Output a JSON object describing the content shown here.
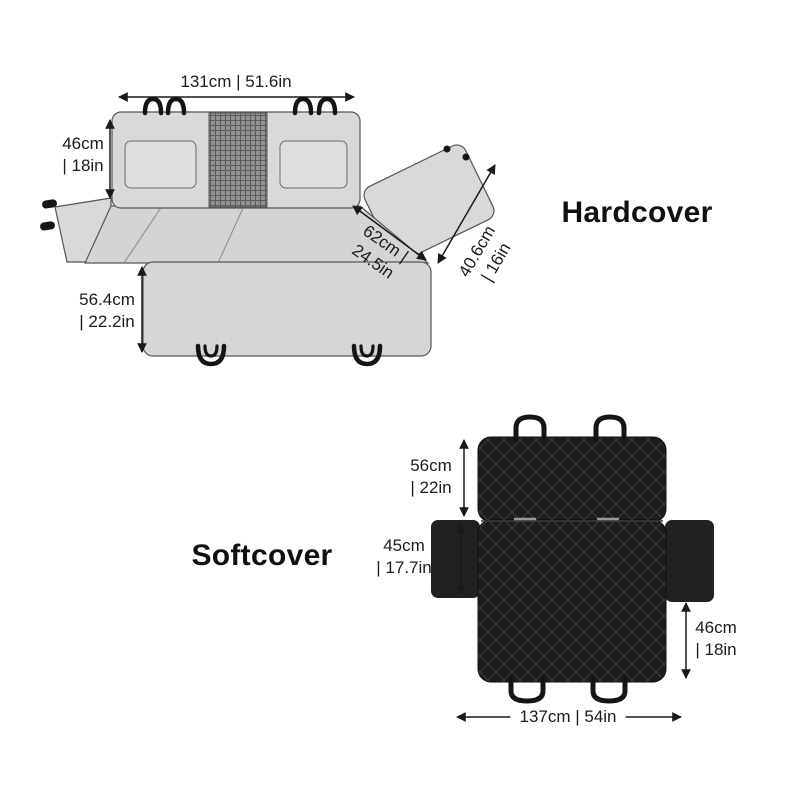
{
  "hardcover": {
    "title": "Hardcover",
    "labels": {
      "top_width": "131cm | 51.6in",
      "backrest_height_l1": "46cm",
      "backrest_height_l2": "| 18in",
      "seat_depth_l1": "62cm |",
      "seat_depth_l2": "24.5in",
      "side_flap_l1": "40.6cm",
      "side_flap_l2": "| 16in",
      "front_drop_l1": "56.4cm",
      "front_drop_l2": "| 22.2in"
    }
  },
  "softcover": {
    "title": "Softcover",
    "labels": {
      "backrest_height_l1": "56cm",
      "backrest_height_l2": "| 22in",
      "seat_depth_l1": "45cm",
      "seat_depth_l2": "| 17.7in",
      "side_drop_l1": "46cm",
      "side_drop_l2": "| 18in",
      "bottom_width": "137cm | 54in"
    }
  },
  "colors": {
    "background": "#ffffff",
    "hardcover_fill": "#d9d9d9",
    "hardcover_fill_dark": "#d4d4d4",
    "softcover_fill": "#1d1d1d",
    "hardware_black": "#151515",
    "arrow_line": "#1a1a1a",
    "text": "#1c1c1c"
  }
}
